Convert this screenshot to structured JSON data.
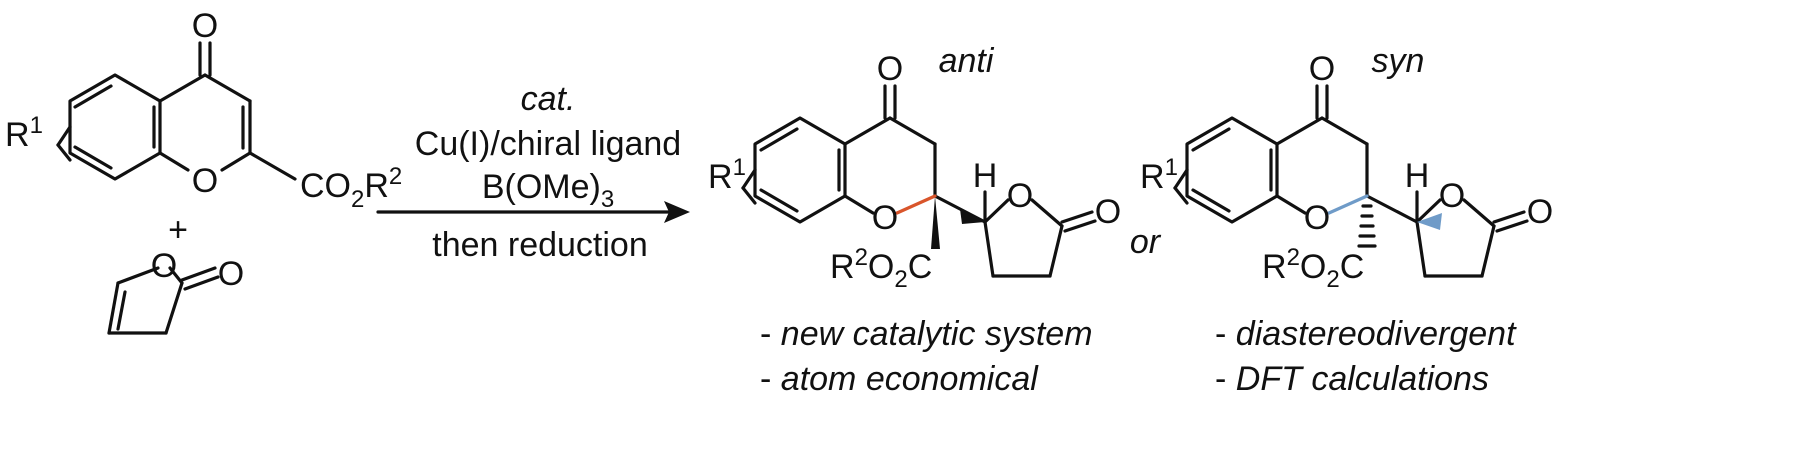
{
  "colors": {
    "ink": "#111111",
    "anti": "#d9552b",
    "syn": "#6f9bc8"
  },
  "reactant_chromone": {
    "carbonyl_o": "O",
    "ring_o": "O",
    "r1": "R",
    "r1_sup": "1",
    "ester_a": "CO",
    "ester_sub": "2",
    "ester_b": "R",
    "ester_sup": "2"
  },
  "plus": "+",
  "reactant_butenolide": {
    "ring_o": "O",
    "carbonyl_o": "O"
  },
  "conditions": {
    "catalyst_tag": "cat.",
    "catalyst": "Cu(I)/chiral ligand",
    "additive_a": "B(OMe)",
    "additive_sub": "3",
    "post": "then reduction"
  },
  "product_anti": {
    "label": "anti",
    "carbonyl_o": "O",
    "ring_o": "O",
    "r1": "R",
    "r1_sup": "1",
    "h": "H",
    "lactone_o": "O",
    "lactone_co": "O",
    "ester_a": "R",
    "ester_sup": "2",
    "ester_b": "O",
    "ester_sub": "2",
    "ester_c": "C"
  },
  "or": "or",
  "product_syn": {
    "label": "syn",
    "carbonyl_o": "O",
    "ring_o": "O",
    "r1": "R",
    "r1_sup": "1",
    "h": "H",
    "lactone_o": "O",
    "lactone_co": "O",
    "ester_a": "R",
    "ester_sup": "2",
    "ester_b": "O",
    "ester_sub": "2",
    "ester_c": "C"
  },
  "features": [
    "- new catalytic system",
    "- diastereodivergent",
    "- atom economical",
    "- DFT calculations"
  ]
}
